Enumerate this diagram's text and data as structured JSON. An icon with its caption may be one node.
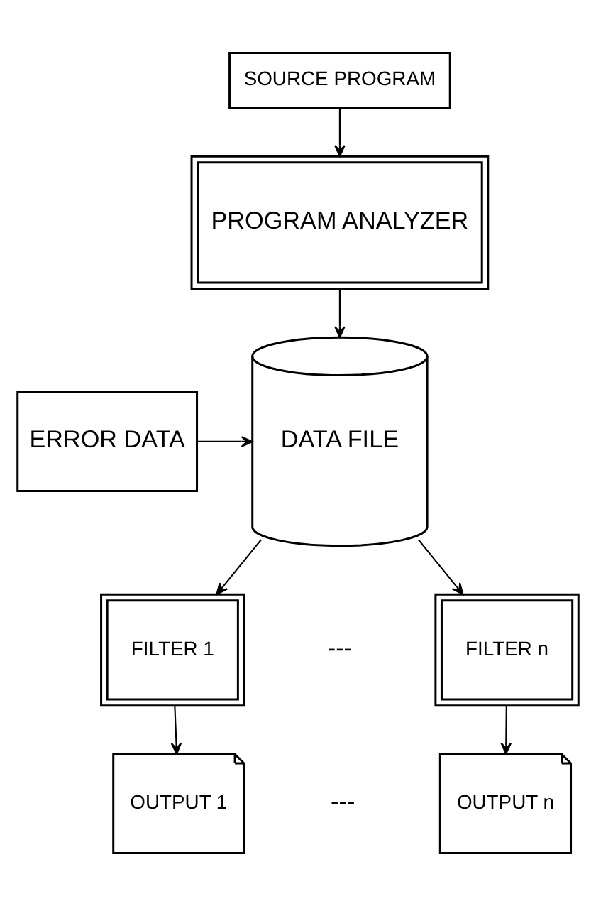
{
  "diagram": {
    "nodes": [
      {
        "text": [
          "SOURCE PROGRAM"
        ]
      },
      {
        "text": [
          "PROGRAM ANALYZER"
        ]
      },
      {
        "text": [
          "DATA FILE"
        ]
      },
      {
        "text": [
          "ERROR DATA"
        ]
      },
      {
        "text": [
          "FILTER 1"
        ]
      },
      {
        "text": [
          "FILTER n"
        ]
      },
      {
        "text": [
          "OUTPUT 1"
        ]
      },
      {
        "text": [
          "OUTPUT n"
        ]
      }
    ],
    "edges": [
      {
        "from": 0,
        "to": 1,
        "arrow": "to"
      },
      {
        "from": 1,
        "to": 2,
        "arrow": "to"
      },
      {
        "from": 3,
        "to": 2,
        "arrow": "to"
      },
      {
        "from": 2,
        "to": 4,
        "arrow": "to"
      },
      {
        "from": 2,
        "to": 5,
        "arrow": "to"
      },
      {
        "from": 4,
        "to": 6,
        "arrow": "to"
      },
      {
        "from": 5,
        "to": 7,
        "arrow": "to"
      }
    ],
    "labels": [
      "---",
      "---"
    ]
  }
}
